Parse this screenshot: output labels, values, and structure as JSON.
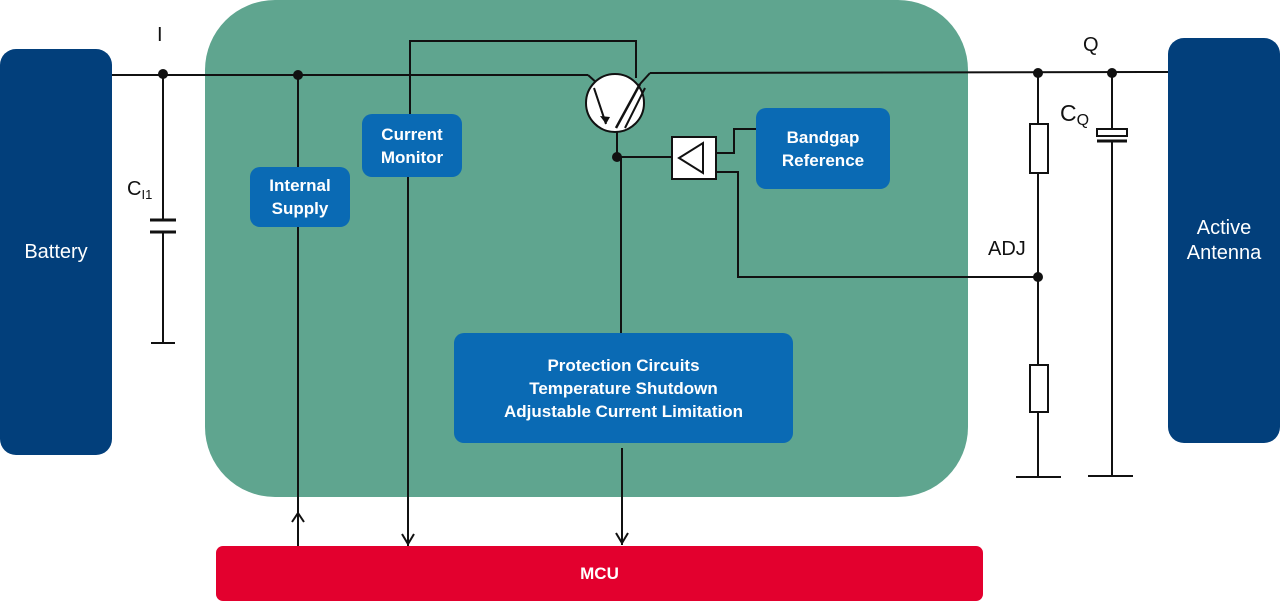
{
  "colors": {
    "ic_body": "#5fa58f",
    "dark_block": "#023f7b",
    "blue_block": "#0a6ab4",
    "mcu": "#e3002e",
    "wire": "#111111"
  },
  "blocks": {
    "battery": "Battery",
    "antenna": [
      "Active",
      "Antenna"
    ],
    "internal_supply": [
      "Internal",
      "Supply"
    ],
    "current_monitor": [
      "Current",
      "Monitor"
    ],
    "bandgap": [
      "Bandgap",
      "Reference"
    ],
    "protection": [
      "Protection Circuits",
      "Temperature Shutdown",
      "Adjustable Current Limitation"
    ],
    "mcu": "MCU"
  },
  "labels": {
    "input": "I",
    "output": "Q",
    "adj": "ADJ",
    "cap_in": {
      "base": "C",
      "sub": "I1"
    },
    "cap_out": {
      "base": "C",
      "sub": "Q"
    }
  },
  "icons": {
    "transistor": "pass-transistor-icon",
    "amplifier": "error-amplifier-icon",
    "capacitor": "capacitor-icon",
    "polarized_capacitor": "polarized-capacitor-icon",
    "resistor": "resistor-icon",
    "ground": "ground-icon"
  }
}
